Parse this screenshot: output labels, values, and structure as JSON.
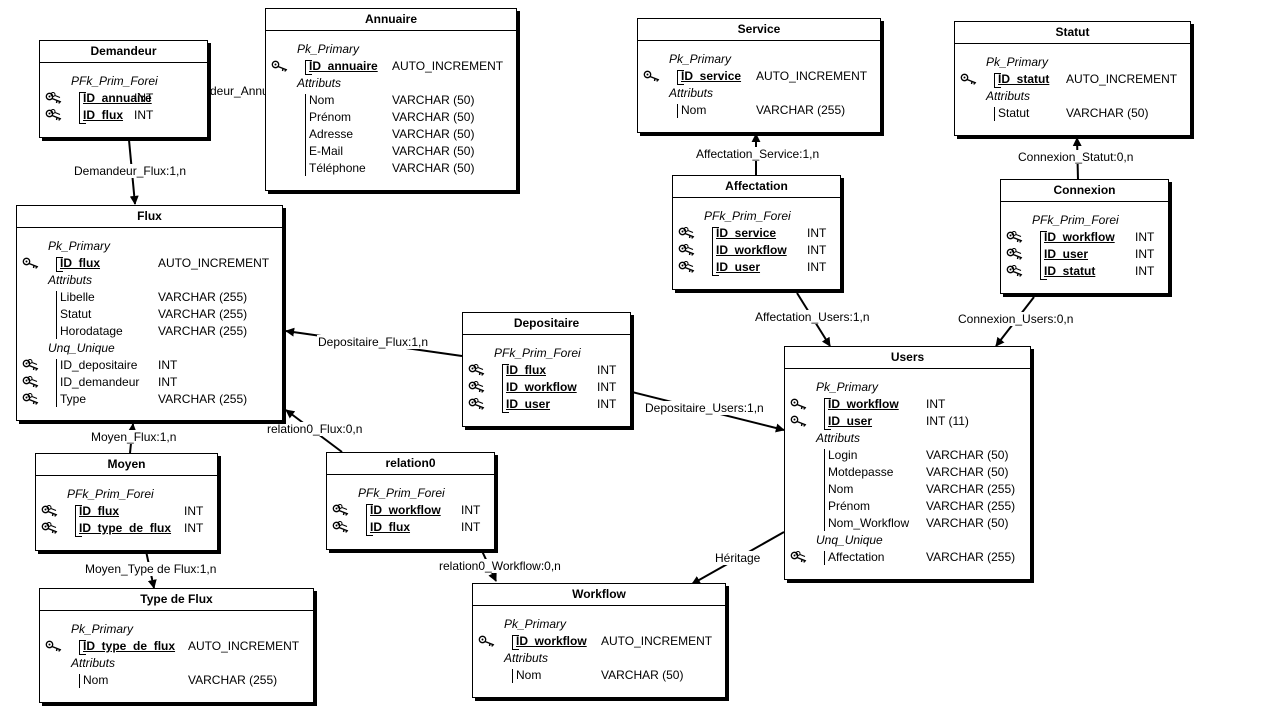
{
  "entities": {
    "annuaire": {
      "title": "Annuaire",
      "groups": [
        {
          "name": "Pk_Primary",
          "fields": [
            {
              "name": "ID_annuaire",
              "type": "AUTO_INCREMENT"
            }
          ]
        },
        {
          "name": "Attributs",
          "fields": [
            {
              "name": "Nom",
              "type": "VARCHAR (50)"
            },
            {
              "name": "Prénom",
              "type": "VARCHAR (50)"
            },
            {
              "name": "Adresse",
              "type": "VARCHAR (50)"
            },
            {
              "name": "E-Mail",
              "type": "VARCHAR (50)"
            },
            {
              "name": "Téléphone",
              "type": "VARCHAR (50)"
            }
          ]
        }
      ]
    },
    "demandeur": {
      "title": "Demandeur",
      "groups": [
        {
          "name": "PFk_Prim_Forei",
          "fields": [
            {
              "name": "ID_annuaire",
              "type": "INT"
            },
            {
              "name": "ID_flux",
              "type": "INT"
            }
          ]
        }
      ]
    },
    "service": {
      "title": "Service",
      "groups": [
        {
          "name": "Pk_Primary",
          "fields": [
            {
              "name": "ID_service",
              "type": "AUTO_INCREMENT"
            }
          ]
        },
        {
          "name": "Attributs",
          "fields": [
            {
              "name": "Nom",
              "type": "VARCHAR (255)"
            }
          ]
        }
      ]
    },
    "statut": {
      "title": "Statut",
      "groups": [
        {
          "name": "Pk_Primary",
          "fields": [
            {
              "name": "ID_statut",
              "type": "AUTO_INCREMENT"
            }
          ]
        },
        {
          "name": "Attributs",
          "fields": [
            {
              "name": "Statut",
              "type": "VARCHAR (50)"
            }
          ]
        }
      ]
    },
    "affectation": {
      "title": "Affectation",
      "groups": [
        {
          "name": "PFk_Prim_Forei",
          "fields": [
            {
              "name": "ID_service",
              "type": "INT"
            },
            {
              "name": "ID_workflow",
              "type": "INT"
            },
            {
              "name": "ID_user",
              "type": "INT"
            }
          ]
        }
      ]
    },
    "connexion": {
      "title": "Connexion",
      "groups": [
        {
          "name": "PFk_Prim_Forei",
          "fields": [
            {
              "name": "ID_workflow",
              "type": "INT"
            },
            {
              "name": "ID_user",
              "type": "INT"
            },
            {
              "name": "ID_statut",
              "type": "INT"
            }
          ]
        }
      ]
    },
    "flux": {
      "title": "Flux",
      "groups": [
        {
          "name": "Pk_Primary",
          "fields": [
            {
              "name": "ID_flux",
              "type": "AUTO_INCREMENT"
            }
          ]
        },
        {
          "name": "Attributs",
          "fields": [
            {
              "name": "Libelle",
              "type": "VARCHAR (255)"
            },
            {
              "name": "Statut",
              "type": "VARCHAR (255)"
            },
            {
              "name": "Horodatage",
              "type": "VARCHAR (255)"
            }
          ]
        },
        {
          "name": "Unq_Unique",
          "fields": [
            {
              "name": "ID_depositaire",
              "type": "INT"
            },
            {
              "name": "ID_demandeur",
              "type": "INT"
            },
            {
              "name": "Type",
              "type": "VARCHAR (255)"
            }
          ]
        }
      ]
    },
    "depositaire": {
      "title": "Depositaire",
      "groups": [
        {
          "name": "PFk_Prim_Forei",
          "fields": [
            {
              "name": "ID_flux",
              "type": "INT"
            },
            {
              "name": "ID_workflow",
              "type": "INT"
            },
            {
              "name": "ID_user",
              "type": "INT"
            }
          ]
        }
      ]
    },
    "users": {
      "title": "Users",
      "groups": [
        {
          "name": "Pk_Primary",
          "fields": [
            {
              "name": "ID_workflow",
              "type": "INT"
            },
            {
              "name": "ID_user",
              "type": "INT (11)"
            }
          ]
        },
        {
          "name": "Attributs",
          "fields": [
            {
              "name": "Login",
              "type": "VARCHAR (50)"
            },
            {
              "name": "Motdepasse",
              "type": "VARCHAR (50)"
            },
            {
              "name": "Nom",
              "type": "VARCHAR (255)"
            },
            {
              "name": "Prénom",
              "type": "VARCHAR (255)"
            },
            {
              "name": "Nom_Workflow",
              "type": "VARCHAR (50)"
            }
          ]
        },
        {
          "name": "Unq_Unique",
          "fields": [
            {
              "name": "Affectation",
              "type": "VARCHAR (255)"
            }
          ]
        }
      ]
    },
    "moyen": {
      "title": "Moyen",
      "groups": [
        {
          "name": "PFk_Prim_Forei",
          "fields": [
            {
              "name": "ID_flux",
              "type": "INT"
            },
            {
              "name": "ID_type_de_flux",
              "type": "INT"
            }
          ]
        }
      ]
    },
    "relation0": {
      "title": "relation0",
      "groups": [
        {
          "name": "PFk_Prim_Forei",
          "fields": [
            {
              "name": "ID_workflow",
              "type": "INT"
            },
            {
              "name": "ID_flux",
              "type": "INT"
            }
          ]
        }
      ]
    },
    "typeflux": {
      "title": "Type de Flux",
      "groups": [
        {
          "name": "Pk_Primary",
          "fields": [
            {
              "name": "ID_type_de_flux",
              "type": "AUTO_INCREMENT"
            }
          ]
        },
        {
          "name": "Attributs",
          "fields": [
            {
              "name": "Nom",
              "type": "VARCHAR (255)"
            }
          ]
        }
      ]
    },
    "workflow": {
      "title": "Workflow",
      "groups": [
        {
          "name": "Pk_Primary",
          "fields": [
            {
              "name": "ID_workflow",
              "type": "AUTO_INCREMENT"
            }
          ]
        },
        {
          "name": "Attributs",
          "fields": [
            {
              "name": "Nom",
              "type": "VARCHAR (50)"
            }
          ]
        }
      ]
    }
  },
  "relations": [
    {
      "id": "demandeur-annuaire",
      "label": "deur_Annu"
    },
    {
      "id": "demandeur-flux",
      "label": "Demandeur_Flux:1,n"
    },
    {
      "id": "affectation-service",
      "label": "Affectation_Service:1,n"
    },
    {
      "id": "connexion-statut",
      "label": "Connexion_Statut:0,n"
    },
    {
      "id": "affectation-users",
      "label": "Affectation_Users:1,n"
    },
    {
      "id": "connexion-users",
      "label": "Connexion_Users:0,n"
    },
    {
      "id": "depositaire-flux",
      "label": "Depositaire_Flux:1,n"
    },
    {
      "id": "depositaire-users",
      "label": "Depositaire_Users:1,n"
    },
    {
      "id": "relation0-flux",
      "label": "relation0_Flux:0,n"
    },
    {
      "id": "moyen-flux",
      "label": "Moyen_Flux:1,n"
    },
    {
      "id": "moyen-typeflux",
      "label": "Moyen_Type de Flux:1,n"
    },
    {
      "id": "relation0-workflow",
      "label": "relation0_Workflow:0,n"
    },
    {
      "id": "users-workflow",
      "label": "Héritage"
    }
  ]
}
